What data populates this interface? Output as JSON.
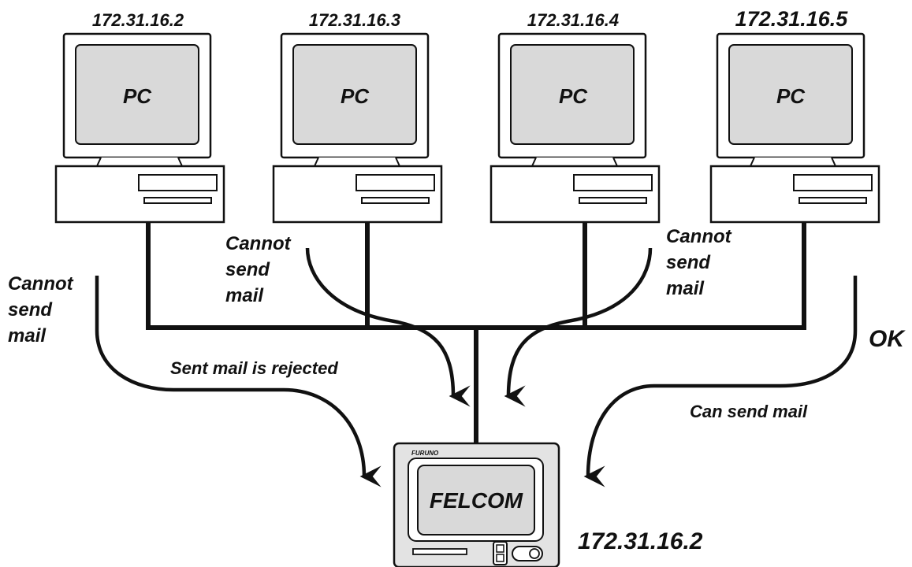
{
  "colors": {
    "ink": "#111111",
    "screen": "#d9d9d9",
    "panel": "#e3e3e3",
    "background": "#ffffff"
  },
  "pcs": [
    {
      "ip": "172.31.16.2",
      "label": "PC"
    },
    {
      "ip": "172.31.16.3",
      "label": "PC"
    },
    {
      "ip": "172.31.16.4",
      "label": "PC"
    },
    {
      "ip": "172.31.16.5",
      "label": "PC"
    }
  ],
  "terminal": {
    "brand": "FURUNO",
    "name": "FELCOM",
    "ip": "172.31.16.2"
  },
  "annotations": {
    "pc1_status": [
      "Cannot",
      "send",
      "mail"
    ],
    "pc1_result": "Sent mail is rejected",
    "pc2_status": [
      "Cannot",
      "send",
      "mail"
    ],
    "pc3_status": [
      "Cannot",
      "send",
      "mail"
    ],
    "pc4_status": "OK",
    "pc4_result": "Can send mail"
  }
}
